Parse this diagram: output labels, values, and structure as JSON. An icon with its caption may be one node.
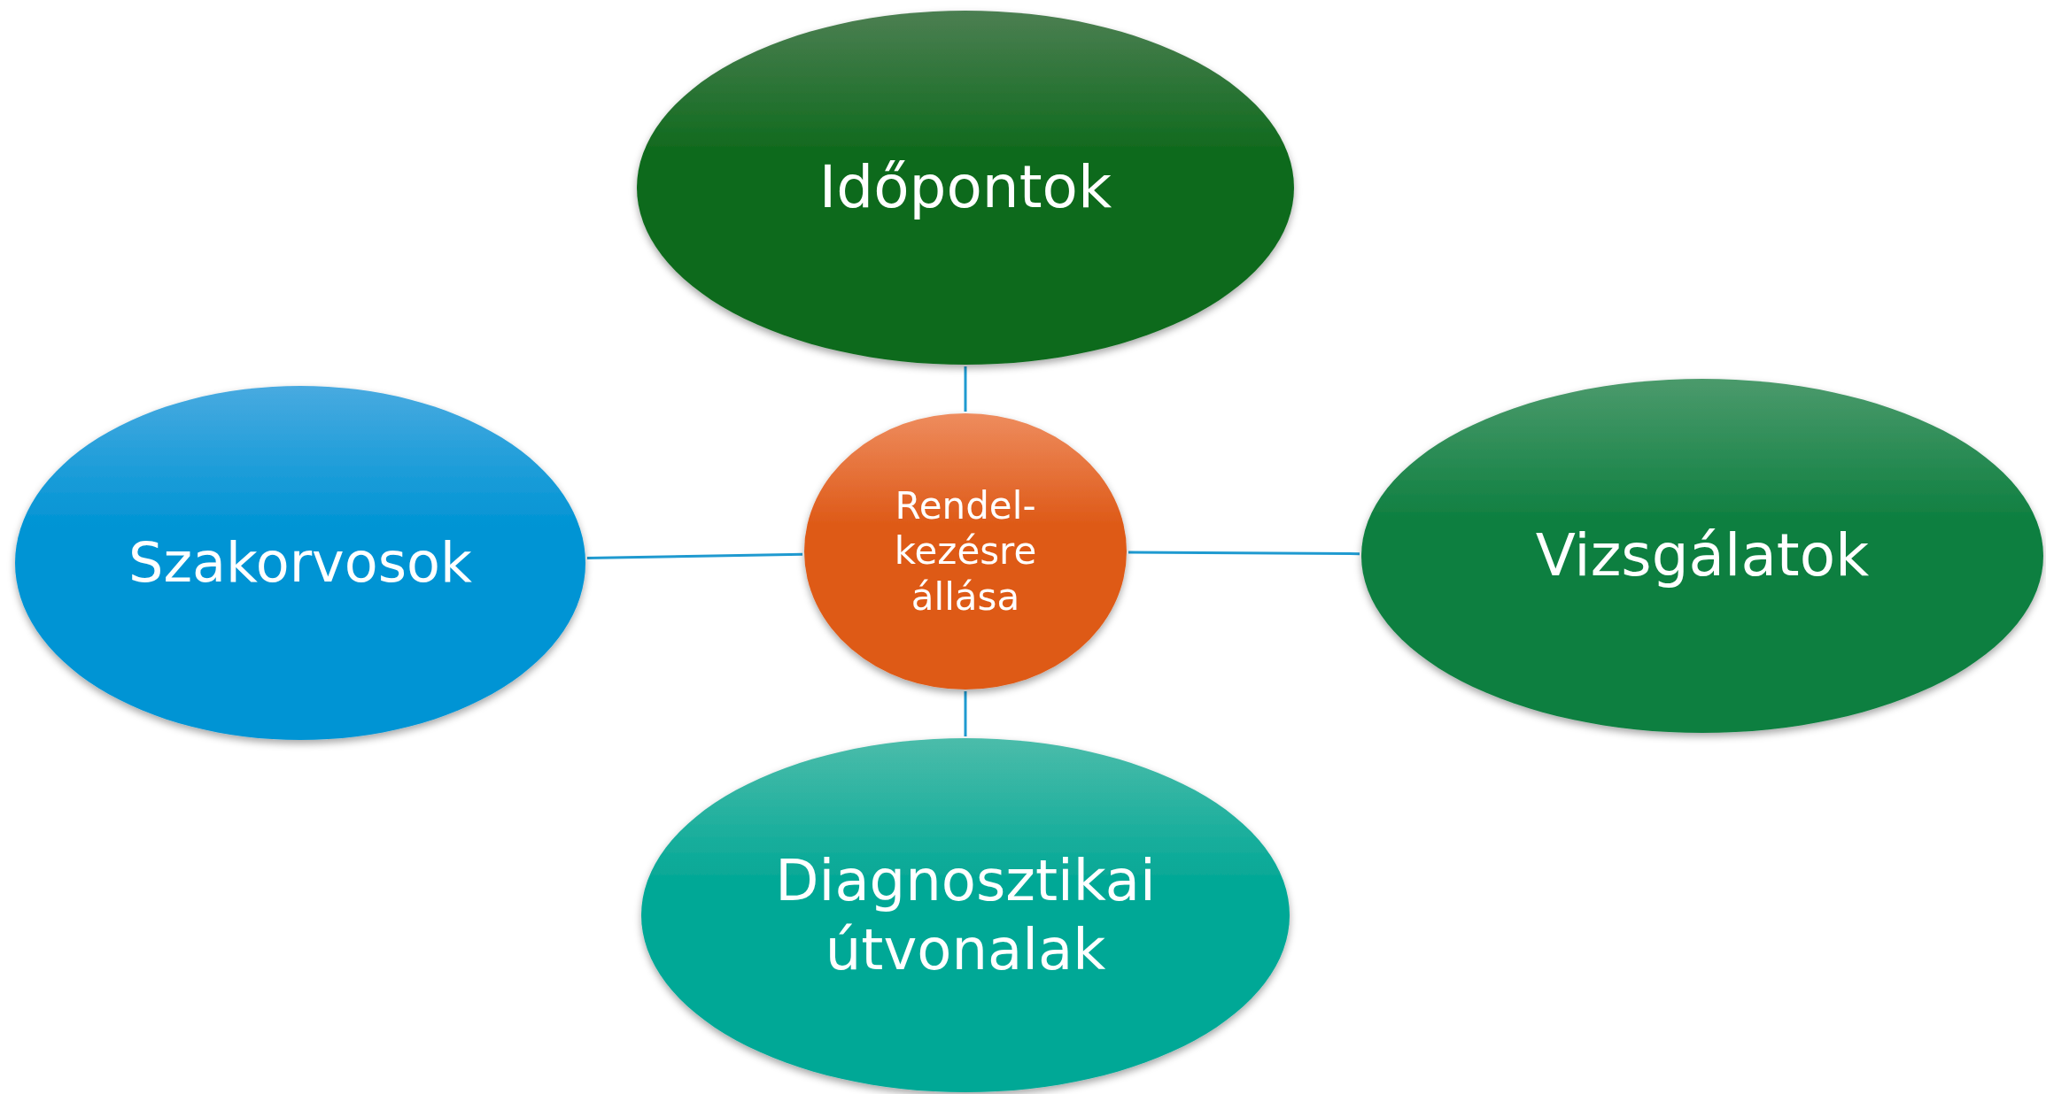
{
  "diagram": {
    "nodes": [
      {
        "text": [
          "Időpontok"
        ]
      },
      {
        "text": [
          "Szakorvosok"
        ]
      },
      {
        "text": [
          "Rendel- kezésre állása"
        ]
      },
      {
        "text": [
          "Vizsgálatok"
        ]
      },
      {
        "text": [
          "Diagnosztikai útvonalak"
        ]
      }
    ],
    "edges": [
      {
        "from": 2,
        "to": 0,
        "arrow": "none"
      },
      {
        "from": 2,
        "to": 1,
        "arrow": "none"
      },
      {
        "from": 2,
        "to": 3,
        "arrow": "none"
      },
      {
        "from": 2,
        "to": 4,
        "arrow": "none"
      }
    ]
  }
}
